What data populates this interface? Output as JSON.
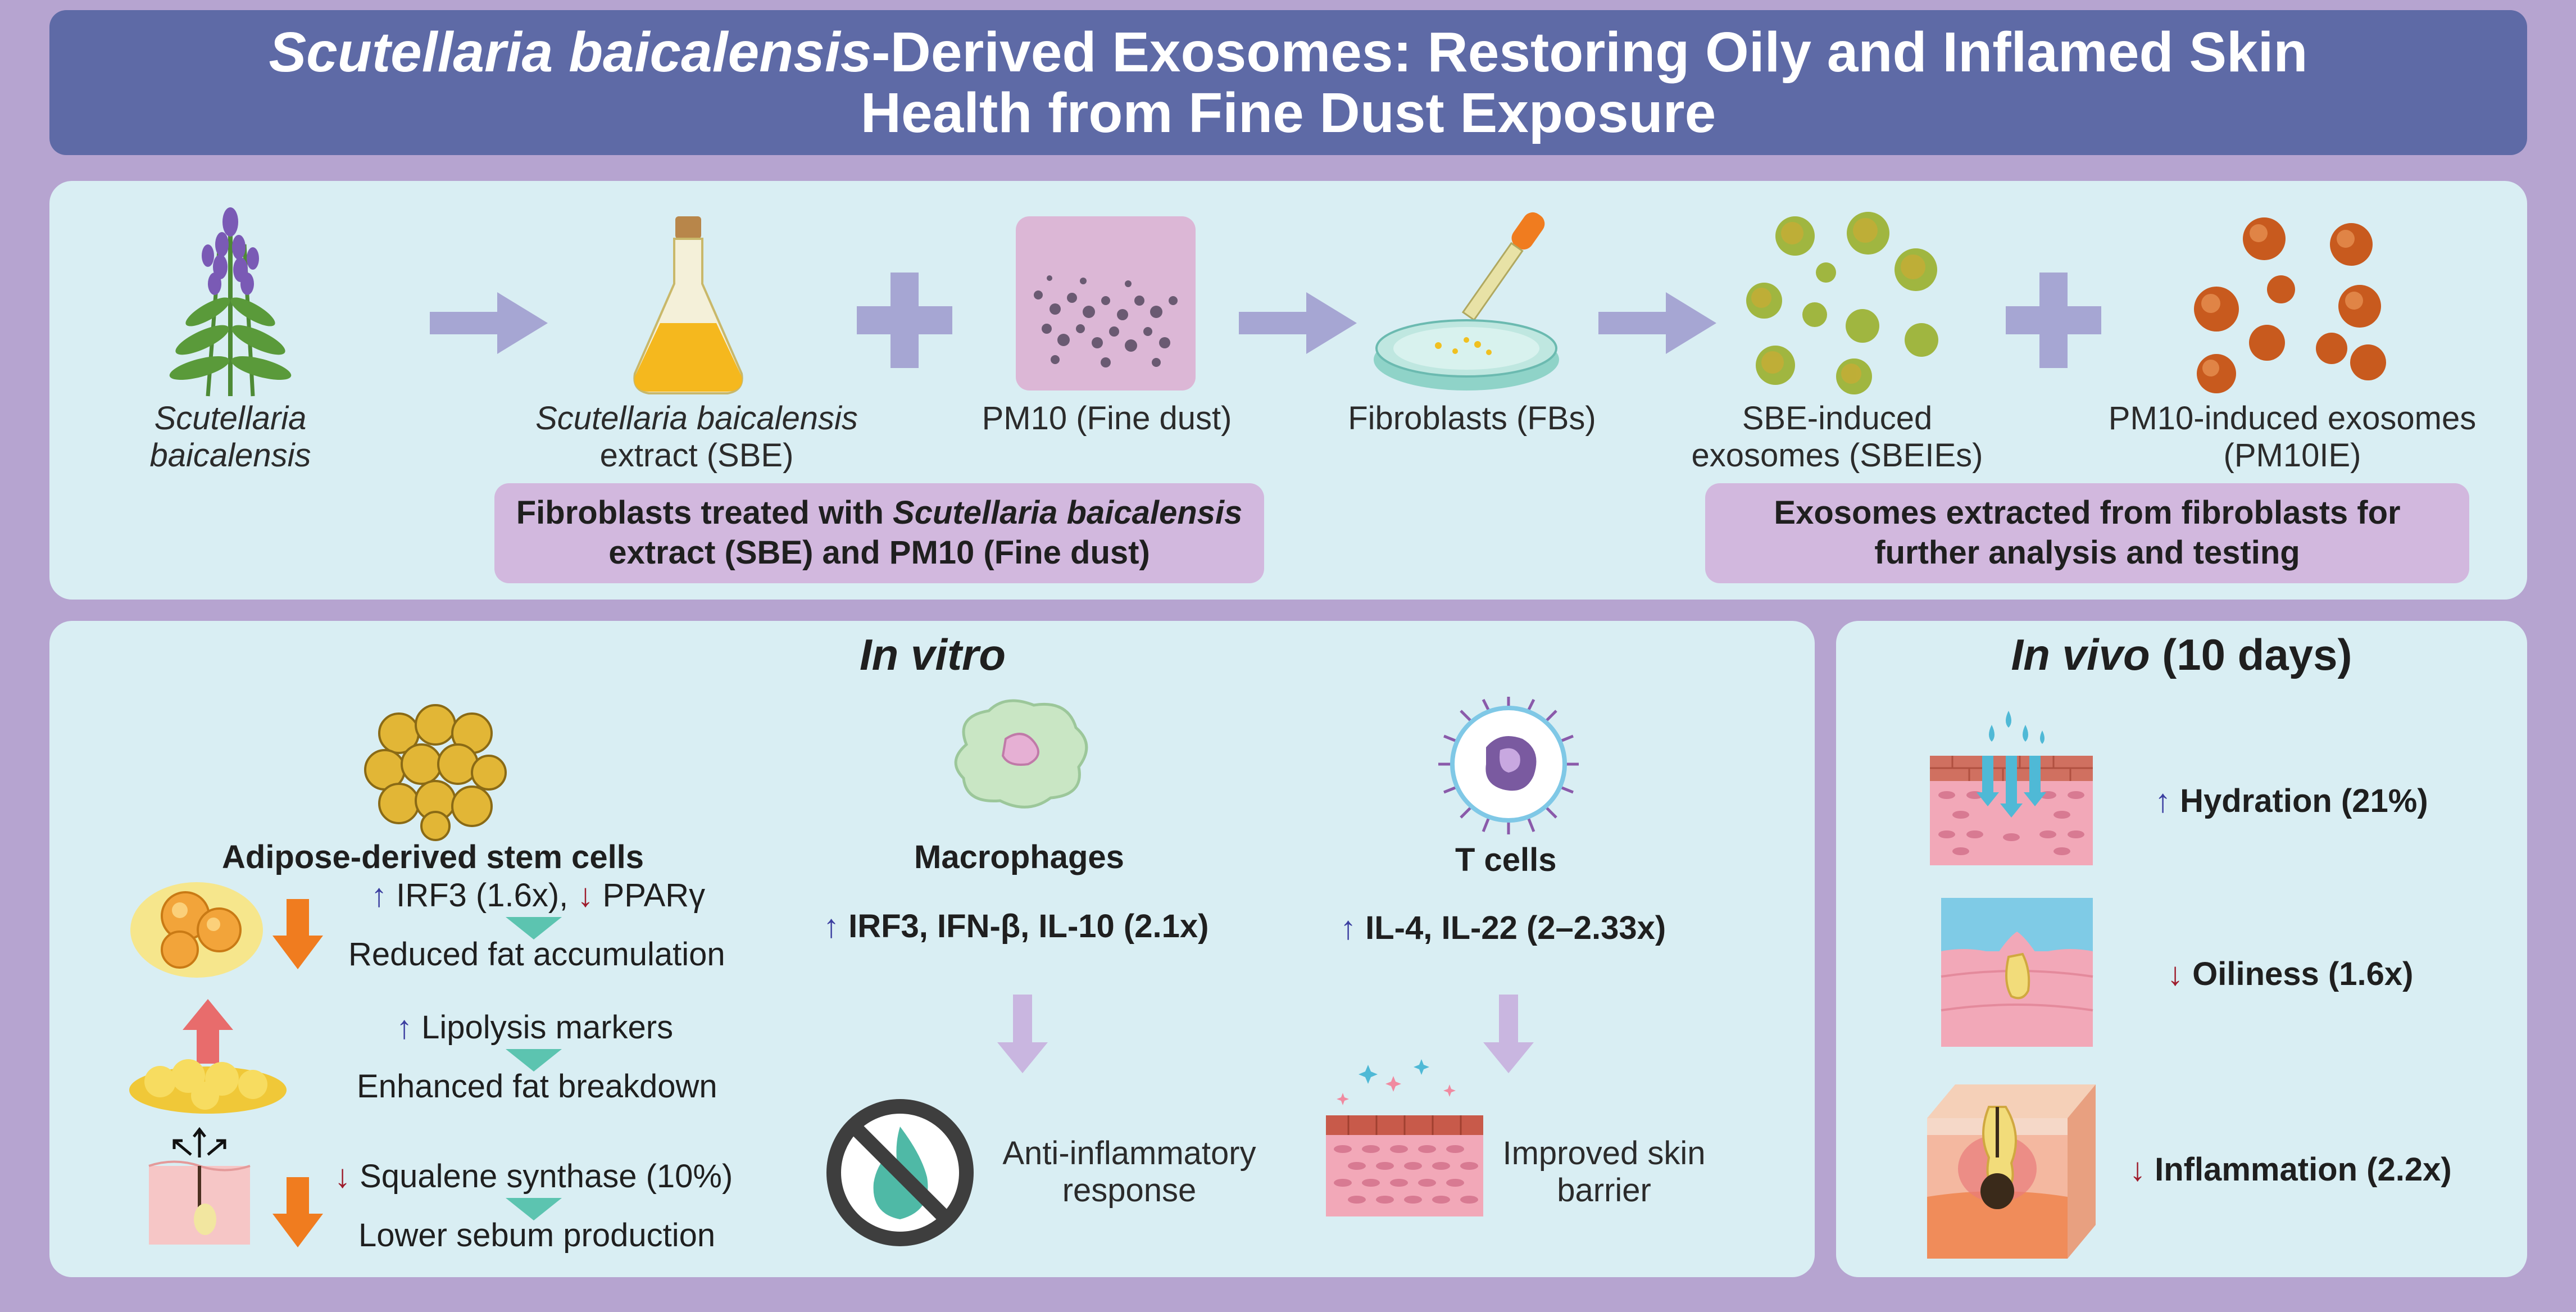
{
  "title": {
    "italic": "Scutellaria baicalensis",
    "rest_line1": "-Derived Exosomes: Restoring Oily and Inflamed Skin",
    "line2": "Health from Fine Dust Exposure"
  },
  "workflow": {
    "plant_label": "Scutellaria baicalensis",
    "extract_label_italic": "Scutellaria baicalensis",
    "extract_label_rest": "extract (SBE)",
    "pm10_label": "PM10 (Fine dust)",
    "fb_label": "Fibroblasts (FBs)",
    "sbeie_line1": "SBE-induced",
    "sbeie_line2": "exosomes (SBEIEs)",
    "pm10ie_line1": "PM10-induced exosomes",
    "pm10ie_line2": "(PM10IE)",
    "box_left_pre": "Fibroblasts treated with ",
    "box_left_italic": "Scutellaria baicalensis",
    "box_left_line2": "extract (SBE) and PM10 (Fine dust)",
    "box_right_line1": "Exosomes extracted from fibroblasts for",
    "box_right_line2": "further analysis and testing"
  },
  "in_vitro": {
    "title": "In vitro",
    "adsc": {
      "heading": "Adipose-derived stem cells",
      "r1_up_sym": "↑",
      "r1_up": "IRF3 (1.6x),",
      "r1_down_sym": "↓",
      "r1_down": "PPARγ",
      "r1_result": "Reduced fat accumulation",
      "r2_up_sym": "↑",
      "r2_up": "Lipolysis markers",
      "r2_result": "Enhanced fat breakdown",
      "r3_down_sym": "↓",
      "r3_down": "Squalene synthase (10%)",
      "r3_result": "Lower sebum production"
    },
    "macrophages": {
      "heading": "Macrophages",
      "sym": "↑",
      "markers": "IRF3, IFN-β, IL-10 (2.1x)",
      "out1": "Anti-inflammatory",
      "out2": "response"
    },
    "tcells": {
      "heading": "T cells",
      "sym": "↑",
      "markers": "IL-4, IL-22 (2–2.33x)",
      "out1": "Improved skin",
      "out2": "barrier"
    }
  },
  "in_vivo": {
    "title_italic": "In vivo",
    "title_rest": " (10 days)",
    "hydration_sym": "↑",
    "hydration": "Hydration (21%)",
    "oiliness_sym": "↓",
    "oiliness": "Oiliness (1.6x)",
    "inflammation_sym": "↓",
    "inflammation": "Inflammation (2.2x)"
  },
  "colors": {
    "banner": "#5e6aa6",
    "background": "#b6a4d0",
    "panel": "#d9eef3",
    "pill": "#d2b8de",
    "up_arrow": "#3b3ea0",
    "down_arrow": "#9e1c2c",
    "flow_arrow": "#a6a6d3",
    "orange_arrow": "#f07c1f"
  }
}
